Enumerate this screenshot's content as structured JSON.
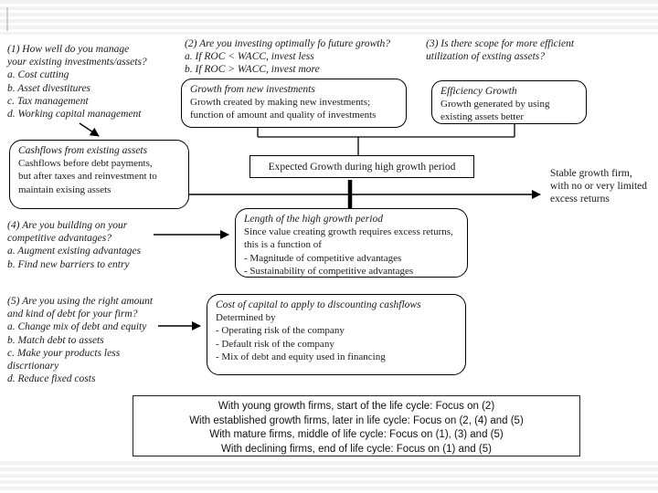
{
  "slide": {
    "stripe_color": "#f2f2f2",
    "text_color": "#1a1a1a",
    "border_color": "#000000"
  },
  "blocks": {
    "b1": {
      "lines": [
        "(1) How well do you manage",
        "your existing investments/assets?",
        "a. Cost cutting",
        "b. Asset divestitures",
        "c. Tax management",
        "d. Working capital management"
      ]
    },
    "b2": {
      "lines": [
        "(2) Are you investing optimally fo future growth?",
        "a. If ROC < WACC, invest less",
        "b. If ROC > WACC, invest more"
      ]
    },
    "b3": {
      "lines": [
        "(3) Is there scope for more efficient",
        "utilization of exsting assets?"
      ]
    },
    "b4": {
      "lines": [
        "(4) Are you building on your",
        "competitive advantages?",
        "a. Augment existing advantages",
        "b. Find new barriers to entry"
      ]
    },
    "b5": {
      "lines": [
        "(5) Are you using the right amount",
        "and kind of debt for your firm?",
        "a. Change mix of debt and equity",
        "b. Match debt to assets",
        "c. Make your products less",
        "discrtionary",
        "d. Reduce fixed costs"
      ]
    }
  },
  "boxes": {
    "growth_new": {
      "title": "Growth from new investments",
      "lines": [
        "Growth created by making new investments;",
        "function of amount and quality of investments"
      ]
    },
    "efficiency": {
      "title": "Efficiency Growth",
      "lines": [
        "Growth generated by using",
        "existing assets better"
      ]
    },
    "cashflows": {
      "title": "Cashflows from existing assets",
      "lines": [
        "Cashflows before debt payments,",
        "but after taxes and reinvestment to",
        "maintain exising assets"
      ]
    },
    "expected_growth": {
      "label": "Expected Growth during high growth period"
    },
    "length_period": {
      "title": "Length of the high growth period",
      "lines": [
        "Since value creating growth requires excess returns,",
        "this is a function of",
        "- Magnitude of competitive advantages",
        "- Sustainability of competitive advantages"
      ]
    },
    "cost_capital": {
      "title": "Cost of capital to apply to discounting cashflows",
      "lines": [
        "Determined by",
        "- Operating risk of the company",
        "- Default risk of the company",
        "- Mix of debt and equity used in financing"
      ]
    }
  },
  "notes": {
    "stable_growth": {
      "lines": [
        "Stable growth firm,",
        "with no or very limited",
        "excess returns"
      ]
    }
  },
  "summary": {
    "lines": [
      "With young growth firms, start of the life cycle: Focus on (2)",
      "With established growth firms, later in life cycle: Focus on (2, (4) and (5)",
      "With mature firms, middle of life cycle: Focus on (1), (3) and (5)",
      "With declining firms, end of life cycle: Focus on (1) and (5)"
    ]
  }
}
